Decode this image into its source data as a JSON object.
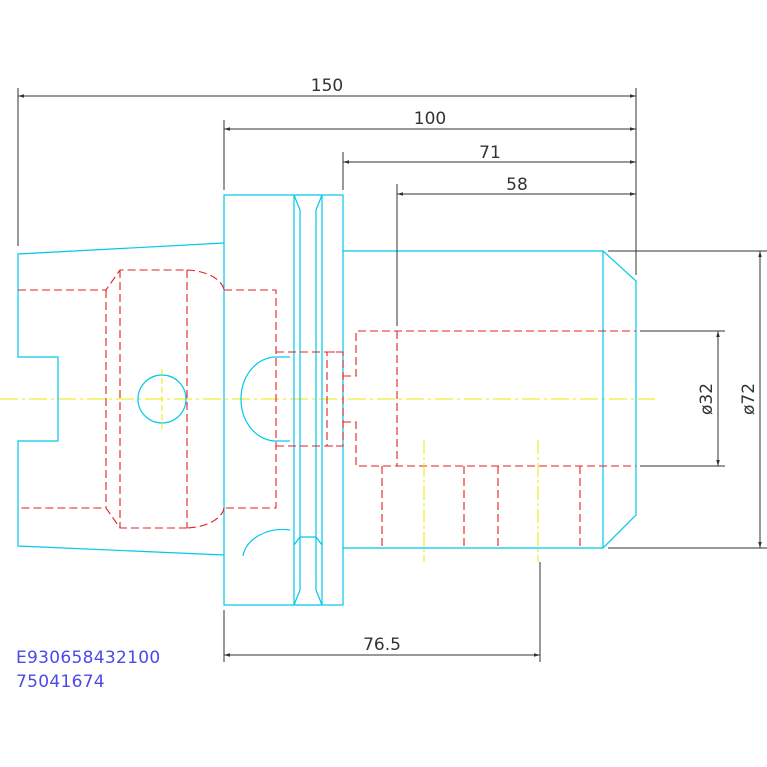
{
  "dimensions": {
    "overall_length": "150",
    "length_100": "100",
    "length_71": "71",
    "length_58": "58",
    "length_76_5": "76.5",
    "bore_diameter": "ø32",
    "outer_diameter": "ø72"
  },
  "part_codes": {
    "code_1": "E930658432100",
    "code_2": "75041674"
  },
  "colors": {
    "outline": "#00c8e8",
    "hidden_lines": "#e02020",
    "center_line": "#e8e800",
    "dimension_lines": "#333333",
    "code_text": "#4a4ae6"
  }
}
